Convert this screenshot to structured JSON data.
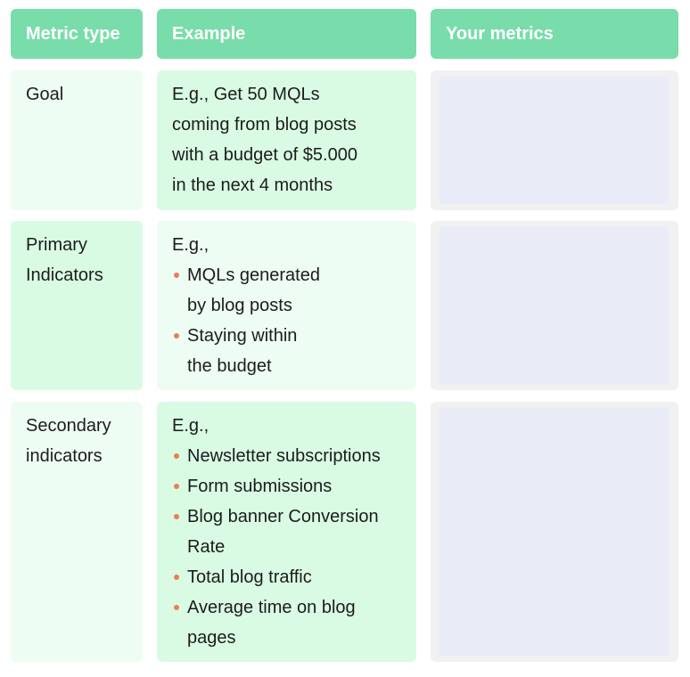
{
  "headers": {
    "metric_type": "Metric type",
    "example": "Example",
    "your_metrics": "Your metrics"
  },
  "rows": [
    {
      "type_lines": [
        "Goal"
      ],
      "example_lines": [
        "E.g., Get 50 MQLs",
        "coming from blog posts",
        "with a budget of $5.000",
        "in the next 4 months"
      ]
    },
    {
      "type_lines": [
        "Primary",
        "Indicators"
      ],
      "example_intro": "E.g.,",
      "example_bullets": [
        "MQLs generated\nby blog posts",
        "Staying within\nthe budget"
      ]
    },
    {
      "type_lines": [
        "Secondary",
        "indicators"
      ],
      "example_intro": "E.g.,",
      "example_bullets": [
        "Newsletter subscriptions",
        "Form submissions",
        "Blog banner Conversion\nRate",
        "Total blog traffic",
        "Average time on blog\npages"
      ]
    }
  ],
  "colors": {
    "header": "#79dcab",
    "cell_light": "#eefdf3",
    "cell_mid": "#d9fbe3",
    "bullet": "#ef7d4f",
    "metric_frame": "#f1f1f1",
    "metric_fill": "#e9ecf6"
  }
}
